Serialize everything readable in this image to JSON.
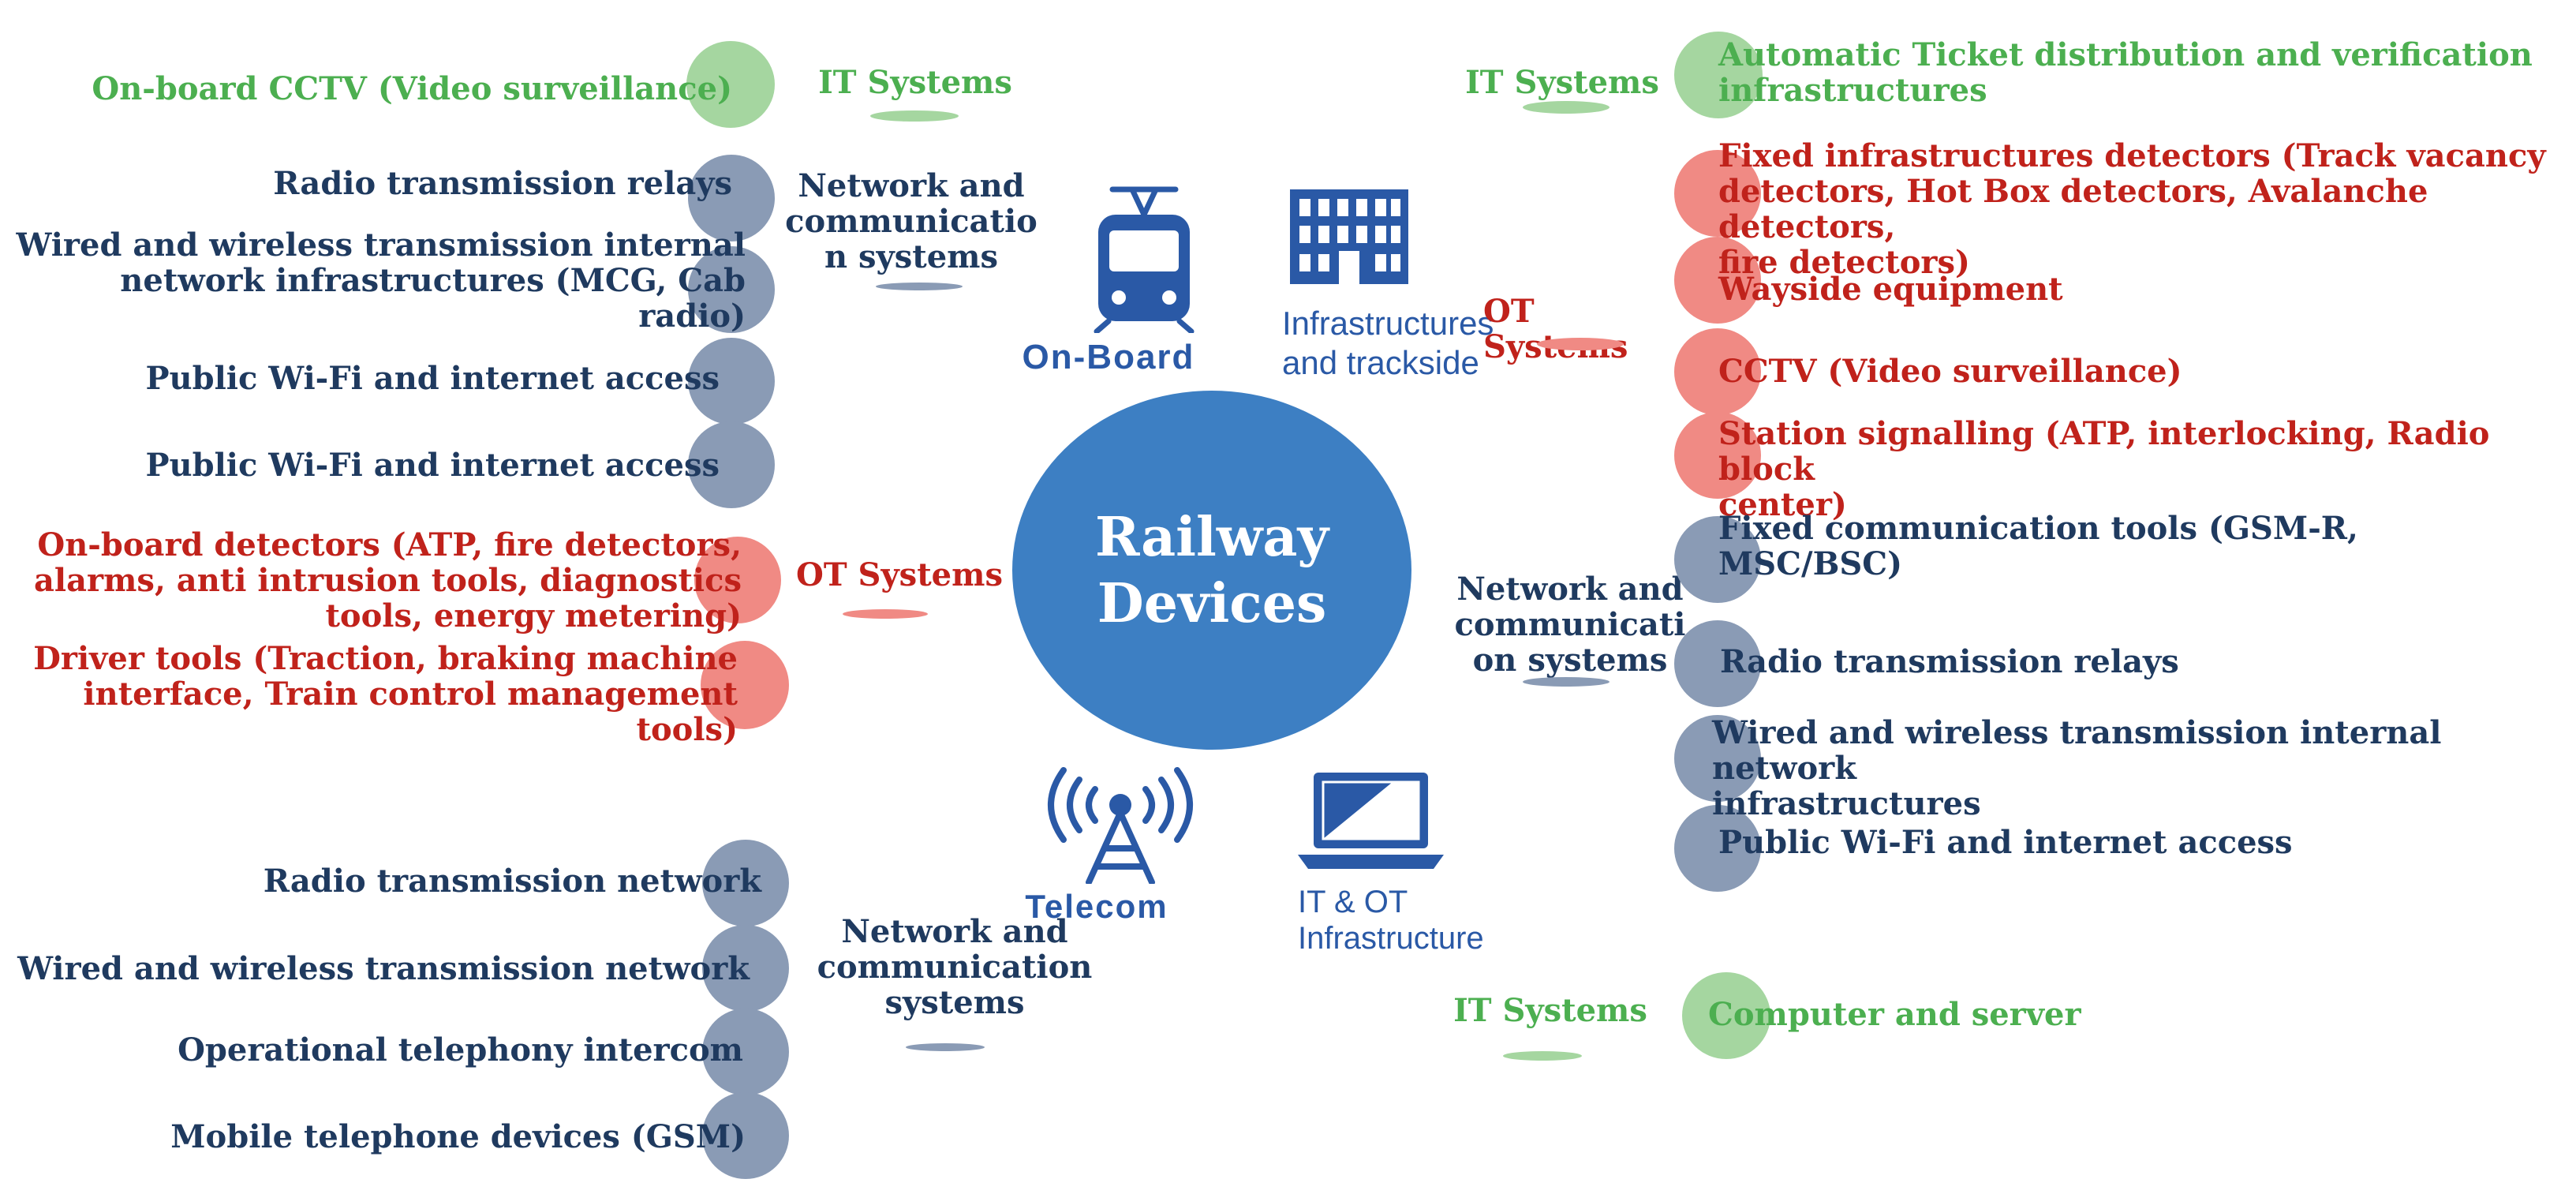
{
  "center": {
    "title_line1": "Railway",
    "title_line2": "Devices"
  },
  "colors": {
    "it": "#4caf50",
    "network": "#1f3a5f",
    "ot": "#c0221b",
    "center": "#3d7fc3",
    "icon": "#2a59a6"
  },
  "icons": {
    "onboard": {
      "name": "train-icon",
      "label": "On-Board"
    },
    "infra": {
      "name": "building-icon",
      "label_line1": "Infrastructures",
      "label_line2": "and trackside"
    },
    "telecom": {
      "name": "antenna-icon",
      "label": "Telecom"
    },
    "itot": {
      "name": "laptop-icon",
      "label_line1": "IT & OT",
      "label_line2": "Infrastructure"
    }
  },
  "categories": {
    "onboard_it": "IT Systems",
    "onboard_net_l1": "Network and",
    "onboard_net_l2": "communicatio",
    "onboard_net_l3": "n systems",
    "onboard_ot": "OT Systems",
    "infra_it": "IT Systems",
    "infra_ot": "OT Systems",
    "itot_net_l1": "Network and",
    "itot_net_l2": "communicati",
    "itot_net_l3": "on systems",
    "itot_it": "IT Systems",
    "telecom_net_l1": "Network and",
    "telecom_net_l2": "communication",
    "telecom_net_l3": "systems"
  },
  "left_items": {
    "cctv": "On-board CCTV (Video surveillance)",
    "radio_relays": "Radio transmission relays",
    "wired_l1": "Wired and wireless transmission internal",
    "wired_l2": "network infrastructures (MCG, Cab radio)",
    "wifi1": "Public Wi-Fi and internet access",
    "wifi2": "Public Wi-Fi and internet access",
    "detectors_l1": "On-board detectors (ATP, fire detectors,",
    "detectors_l2": "alarms, anti intrusion tools, diagnostics",
    "detectors_l3": "tools, energy metering)",
    "driver_l1": "Driver tools (Traction, braking machine",
    "driver_l2": "interface, Train control management tools)",
    "radio_network": "Radio transmission network",
    "wired_network": "Wired and wireless transmission network",
    "telephony": "Operational telephony intercom",
    "mobile": "Mobile telephone devices (GSM)"
  },
  "right_items": {
    "ticket_l1": "Automatic Ticket distribution and verification",
    "ticket_l2": "infrastructures",
    "fixed_det_l1": "Fixed infrastructures detectors (Track vacancy",
    "fixed_det_l2": "detectors, Hot Box detectors, Avalanche detectors,",
    "fixed_det_l3": "fire detectors)",
    "wayside": "Wayside equipment",
    "cctv": "CCTV (Video surveillance)",
    "signalling_l1": "Station signalling (ATP, interlocking, Radio block",
    "signalling_l2": "center)",
    "fixed_comm_l1": "Fixed communication tools (GSM-R,",
    "fixed_comm_l2": "MSC/BSC)",
    "radio_relays": "Radio transmission relays",
    "wired_l1": "Wired and wireless transmission internal network",
    "wired_l2": "infrastructures",
    "wifi": "Public Wi-Fi and internet access",
    "computer": "Computer and server"
  }
}
